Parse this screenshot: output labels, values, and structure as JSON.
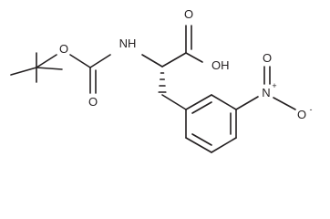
{
  "molecule": {
    "atom_labels": {
      "ester_oxygen": "O",
      "carbonyl_oxygen_boc": "O",
      "amine": "NH",
      "acid_carbonyl_oxygen": "O",
      "hydroxyl": "OH",
      "nitro_nitrogen": "N",
      "nitro_plus": "+",
      "nitro_oxygen_double": "O",
      "nitro_oxygen_single": "O",
      "nitro_minus": "-"
    }
  }
}
